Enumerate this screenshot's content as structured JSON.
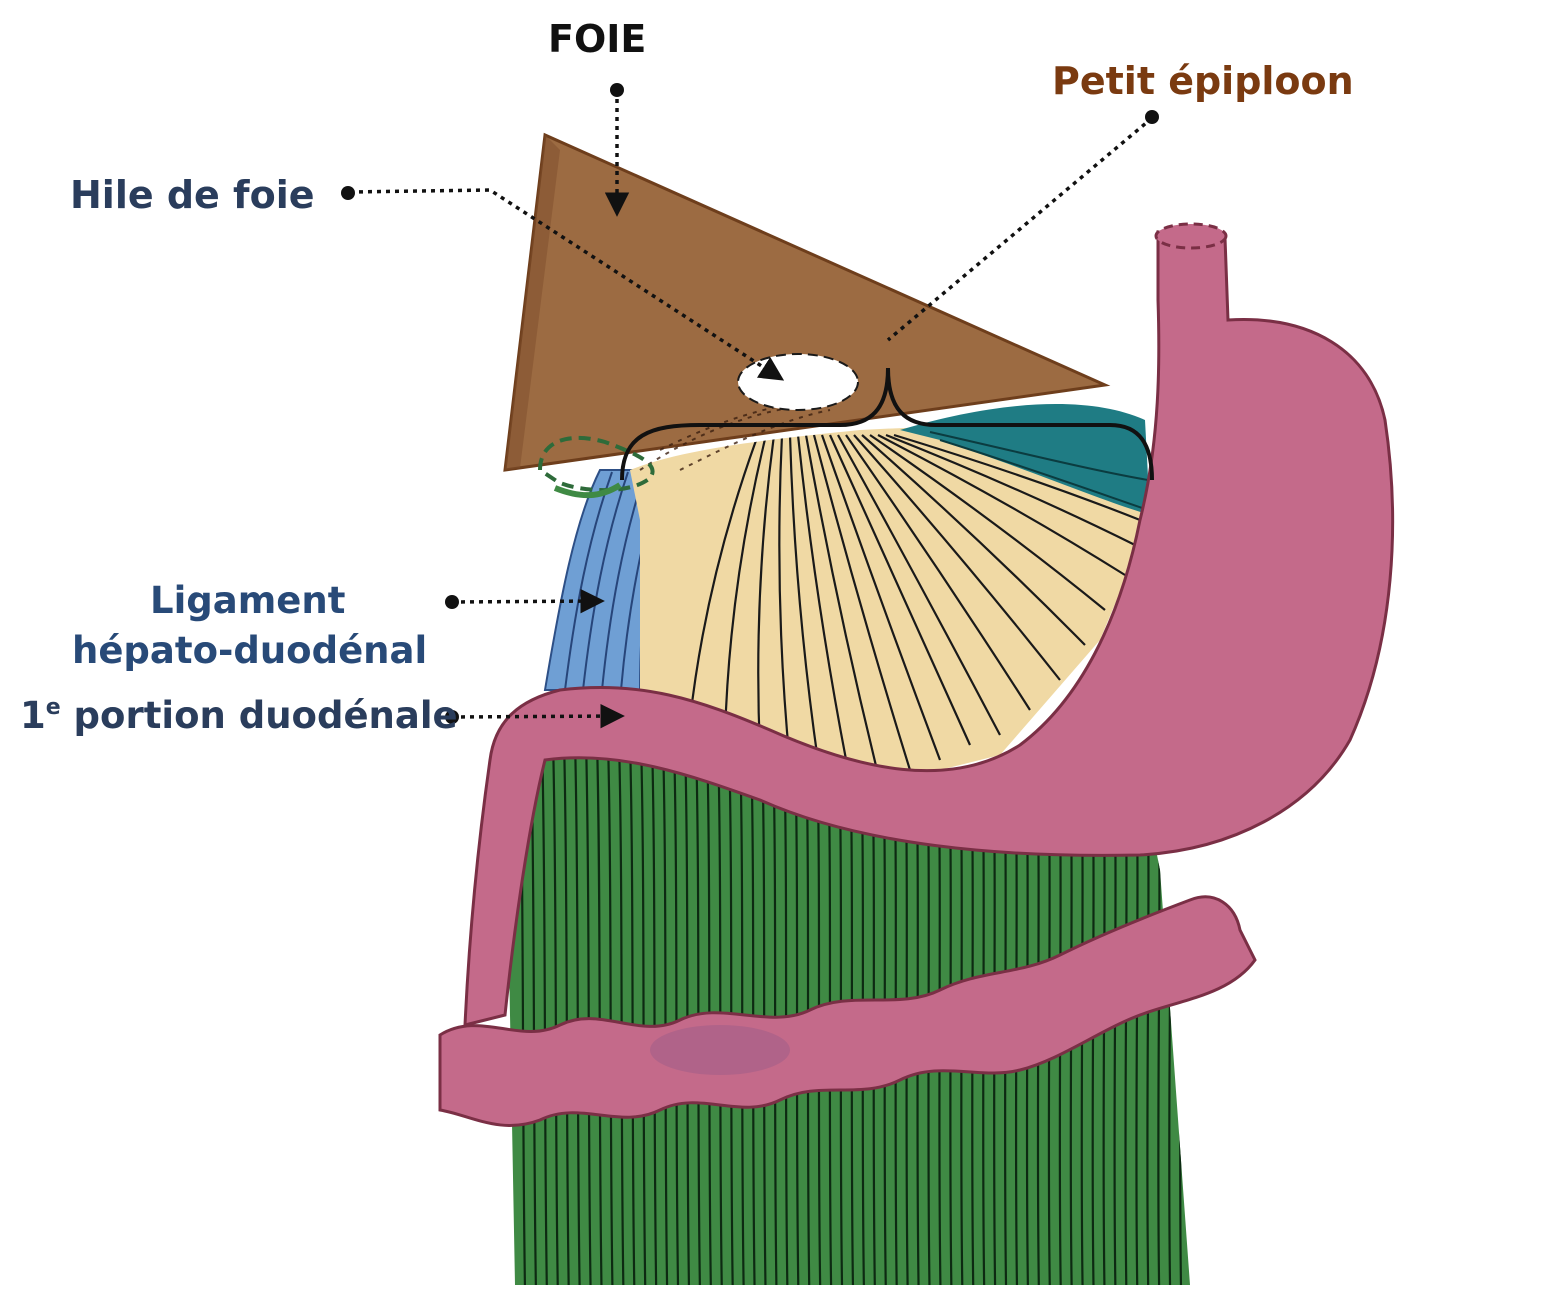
{
  "labels": {
    "liver": "FOIE",
    "lesser_omentum": "Petit épiploon",
    "liver_hilum": "Hile de foie",
    "ligament_line1": "Ligament",
    "ligament_line2": "hépato-duodénal",
    "duodenum_num": "1",
    "duodenum_sup": "e",
    "duodenum_text": " portion duodénale"
  },
  "colors": {
    "liver": "#9c6b42",
    "liver_edge": "#6e3e1c",
    "stomach": "#c46a8a",
    "stomach_edge": "#7a2f45",
    "omentum_fan": "#f0d9a4",
    "ligament_blue": "#6f9fd4",
    "teal": "#1f7c84",
    "greater_omentum": "#3f8a44",
    "label_omentum": "#7a3a10",
    "label_navy": "#2a3d5c",
    "label_blue": "#284a78"
  }
}
